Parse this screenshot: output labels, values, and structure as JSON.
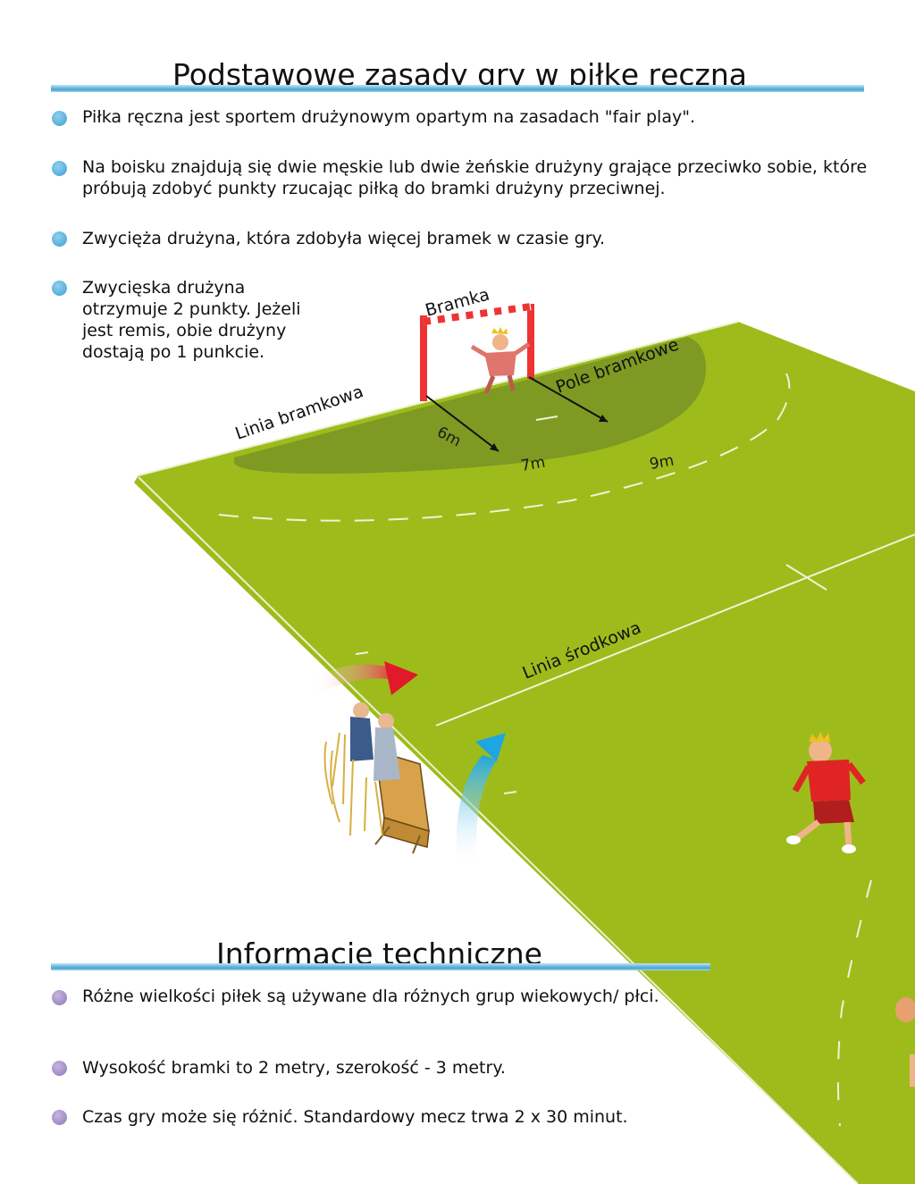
{
  "section1": {
    "title": "Podstawowe zasady gry w piłkę ręczną",
    "bullets": [
      "Piłka ręczna jest sportem drużynowym opartym na zasadach \"fair play\".",
      "Na boisku znajdują się dwie męskie lub dwie żeńskie drużyny grające przeciwko sobie, które próbują zdobyć punkty rzucając piłką do bramki drużyny przeciwnej.",
      "Zwycięża drużyna, która zdobyła więcej bramek w czasie gry.",
      "Zwycięska drużyna otrzymuje 2 punkty. Jeżeli jest remis, obie drużyny dostają po 1 punkcie."
    ],
    "bullet_color": "#5fb3dd"
  },
  "field": {
    "labels": {
      "goal": "Bramka",
      "goal_area": "Pole bramkowe",
      "goal_line": "Linia bramkowa",
      "center_line": "Linia środkowa",
      "d6": "6m",
      "d7": "7m",
      "d9": "9m"
    },
    "court_color": "#9bbb1c",
    "goal_area_color": "#7f9a22"
  },
  "section2": {
    "title": "Informacje techniczne",
    "bullets": [
      "Różne wielkości piłek są używane dla różnych grup wiekowych/ płci.",
      "Wysokość bramki to 2 metry, szerokość - 3 metry.",
      "Czas gry może się różnić. Standardowy mecz trwa 2 x 30 minut."
    ],
    "bullet_color": "#a590c8"
  }
}
